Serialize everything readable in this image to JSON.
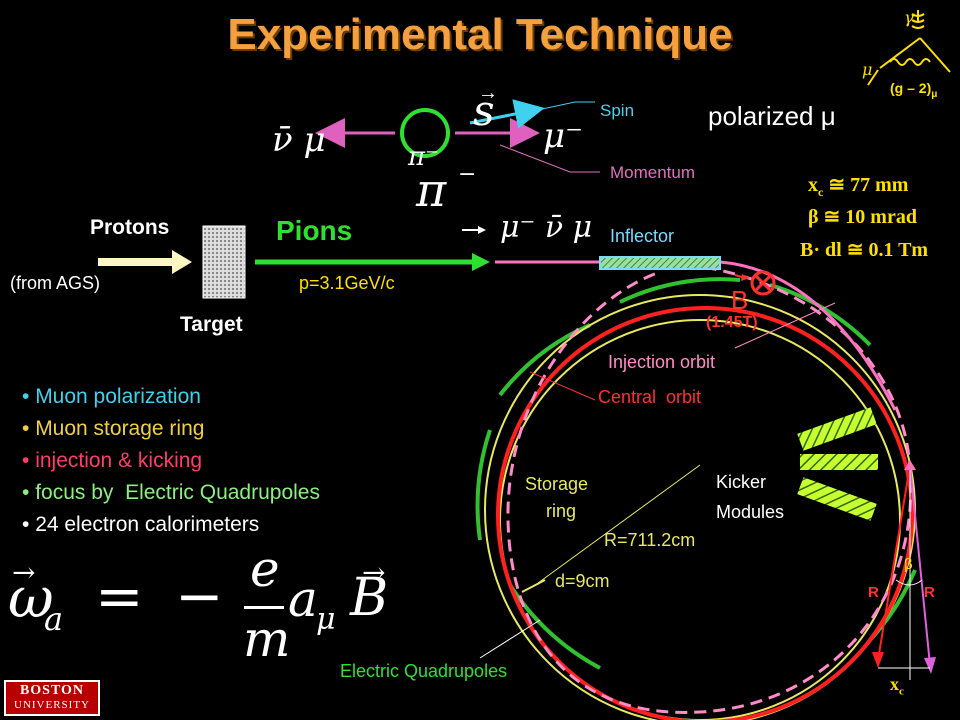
{
  "title": "Experimental Technique",
  "decay_labels": {
    "spin": "Spin",
    "momentum": "Momentum",
    "polarized": "polarized μ",
    "nu_mu": "ν̄ μ",
    "pi_minus_small": "π⁻",
    "pi_minus_big": "π",
    "pi_sup": "−",
    "s_vec": "s",
    "mu_minus": "μ⁻"
  },
  "beamline": {
    "protons": "Protons",
    "from_ags": "(from AGS)",
    "target": "Target",
    "pions": "Pions",
    "momentum_value": "p=3.1GeV/c",
    "inflector": "Inflector",
    "beam_products": "μ⁻ ν̄ μ"
  },
  "ring_labels": {
    "b_field": "B",
    "b_value": "(1.45T)",
    "injection_orbit": "Injection orbit",
    "central_orbit": "Central  orbit",
    "storage_ring_line1": "Storage",
    "storage_ring_line2": "ring",
    "kicker_line1": "Kicker",
    "kicker_line2": "Modules",
    "radius": "R=711.2cm",
    "aperture": "d=9cm",
    "quadrupoles": "Electric Quadrupoles"
  },
  "parameters": {
    "xc": "x",
    "xc_sub": "c",
    "xc_value": "≅ 77 mm",
    "beta_line": "β ≅ 10 mrad",
    "bdl_line": "B· dl ≅ 0.1 Tm"
  },
  "feynman": {
    "gamma": "γ",
    "mu": "μ",
    "g2": "(g – 2)",
    "g2_sub": "μ"
  },
  "geometry_labels": {
    "beta": "β",
    "r_left": "R",
    "r_right": "R",
    "xc": "x",
    "xc_sub": "c"
  },
  "bullets": [
    {
      "text": "Muon polarization",
      "color": "#3fd0f0"
    },
    {
      "text": "Muon storage ring",
      "color": "#f0d040"
    },
    {
      "text": "injection & kicking",
      "color": "#ff3c6a"
    },
    {
      "text": "focus by  Electric Quadrupoles",
      "color": "#8cf080"
    },
    {
      "text": "24 electron calorimeters",
      "color": "#ffffff"
    }
  ],
  "formula": {
    "omega": "ω",
    "omega_sub": "a",
    "equals": "=",
    "minus": "−",
    "numerator": "e",
    "denominator": "m",
    "a": "a",
    "a_sub": "μ",
    "b": "B"
  },
  "logo": {
    "line1": "BOSTON",
    "line2": "UNIVERSITY"
  },
  "colors": {
    "title": "#f4a03e",
    "spin_label": "#4fd0f0",
    "momentum_label": "#e070c0",
    "pions": "#30e030",
    "inflector": "#7fd8ff",
    "ring_outer": "#e8e860",
    "ring_central": "#ff2020",
    "quadrupole": "#30c030",
    "kicker": "#c8ff30",
    "param_text": "#ffe000"
  }
}
